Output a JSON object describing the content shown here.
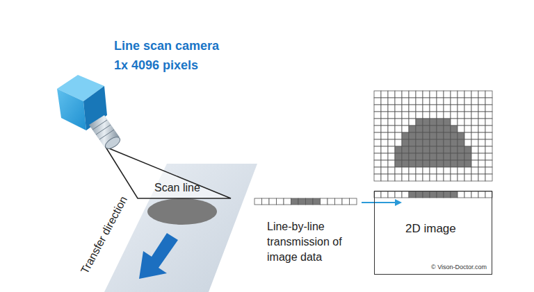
{
  "diagram": {
    "nodes": [
      {
        "text": [
          "2D image"
        ]
      }
    ],
    "labels": [
      "Line scan camera",
      "1x 4096 pixels",
      "Scan line",
      "Transfer direction",
      "Line-by-line transmission of image data",
      "© Vison-Doctor.com"
    ]
  }
}
